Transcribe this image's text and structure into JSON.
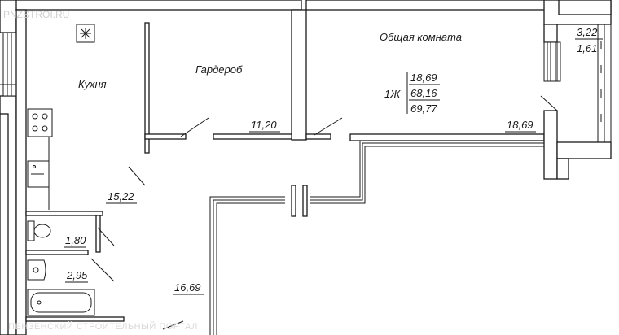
{
  "watermark_top": "PNZSTROI.RU",
  "watermark_bottom": "ПЕНЗЕНСКИЙ СТРОИТЕЛЬНЫЙ ПОРТАЛ",
  "rooms": {
    "kitchen": {
      "label": "Кухня",
      "area": "15,22"
    },
    "wardrobe": {
      "label": "Гардероб",
      "area": "11,20"
    },
    "living": {
      "label": "Общая комната",
      "area": "18,69"
    },
    "wc": {
      "area": "1,80"
    },
    "bath": {
      "area": "2,95"
    },
    "hall": {
      "area": "16,69"
    },
    "balcony": {
      "area_top": "3,22",
      "area_bottom": "1,61"
    }
  },
  "summary": {
    "type": "1Ж",
    "living": "18,69",
    "total": "68,16",
    "total_with_balcony": "69,77"
  }
}
